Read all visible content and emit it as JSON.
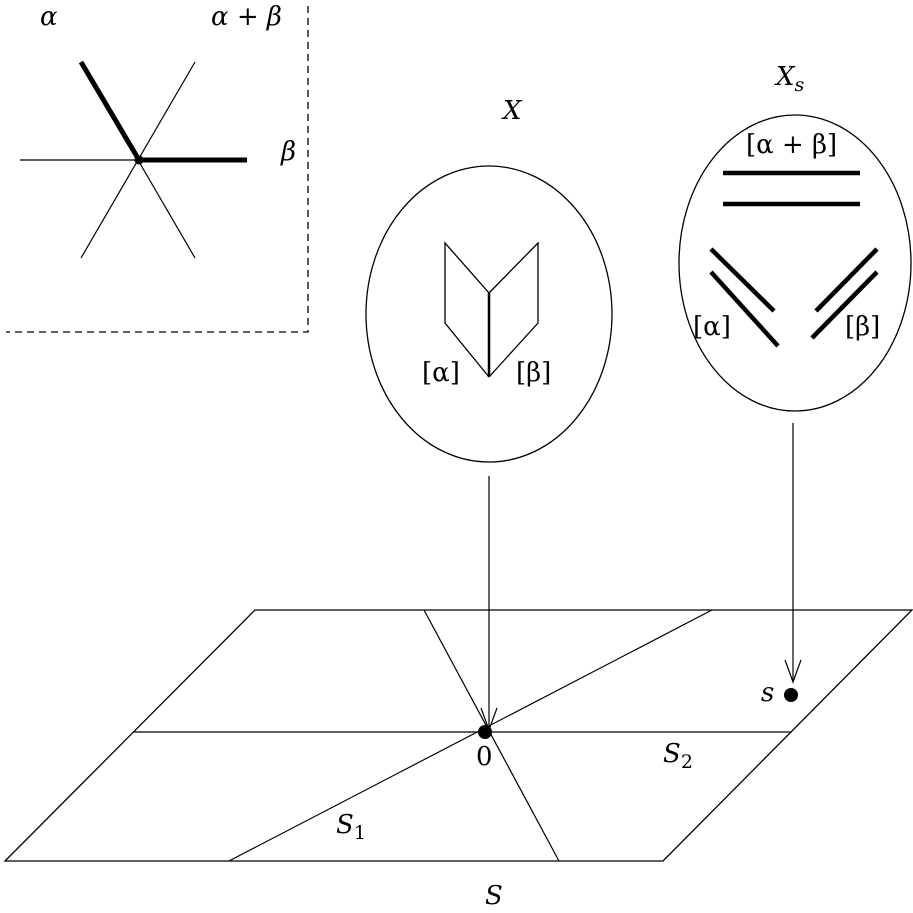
{
  "root_system": {
    "alpha": "α",
    "alpha_plus_beta": "α + β",
    "beta": "β"
  },
  "fiber_X": {
    "title_main": "X",
    "label_alpha": "[α]",
    "label_beta": "[β]"
  },
  "fiber_Xs": {
    "title_main": "X",
    "title_sub": "s",
    "label_alpha_plus_beta": "[α + β]",
    "label_alpha": "[α]",
    "label_beta": "[β]"
  },
  "base": {
    "origin_label": "0",
    "point_label": "s",
    "region1_main": "S",
    "region1_sub": "1",
    "region2_main": "S",
    "region2_sub": "2",
    "base_label": "S"
  }
}
